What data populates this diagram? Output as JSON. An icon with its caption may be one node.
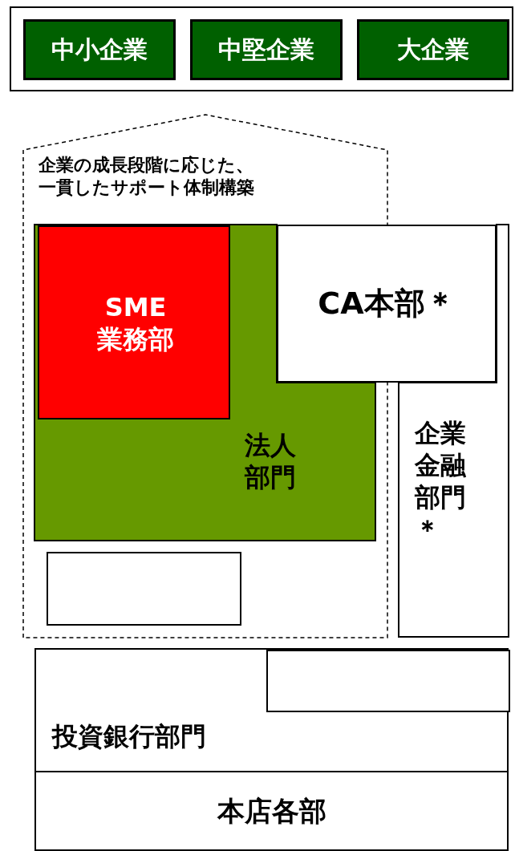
{
  "diagram": {
    "nodes": [
      {
        "text": [],
        "shape": "box"
      },
      {
        "text": [
          "中小企業"
        ],
        "in": 0
      },
      {
        "text": [
          "中堅企業"
        ],
        "in": 0
      },
      {
        "text": [
          "大企業"
        ],
        "in": 0
      },
      {
        "text": [
          "企業の成長段階に応じた、一貫したサポート体制構築"
        ]
      },
      {
        "text": [
          "法人部門"
        ],
        "in": 4
      },
      {
        "text": [
          "SME業務部"
        ],
        "in": 5
      },
      {
        "text": [
          "CA本部＊"
        ]
      },
      {
        "text": [
          "企業金融部門＊"
        ]
      },
      {
        "text": [],
        "shape": "box",
        "in": 4
      },
      {
        "text": [
          "投資銀行部門"
        ]
      },
      {
        "text": [],
        "shape": "box",
        "in": 10
      },
      {
        "text": [
          "本店各部"
        ]
      }
    ],
    "edges": []
  }
}
